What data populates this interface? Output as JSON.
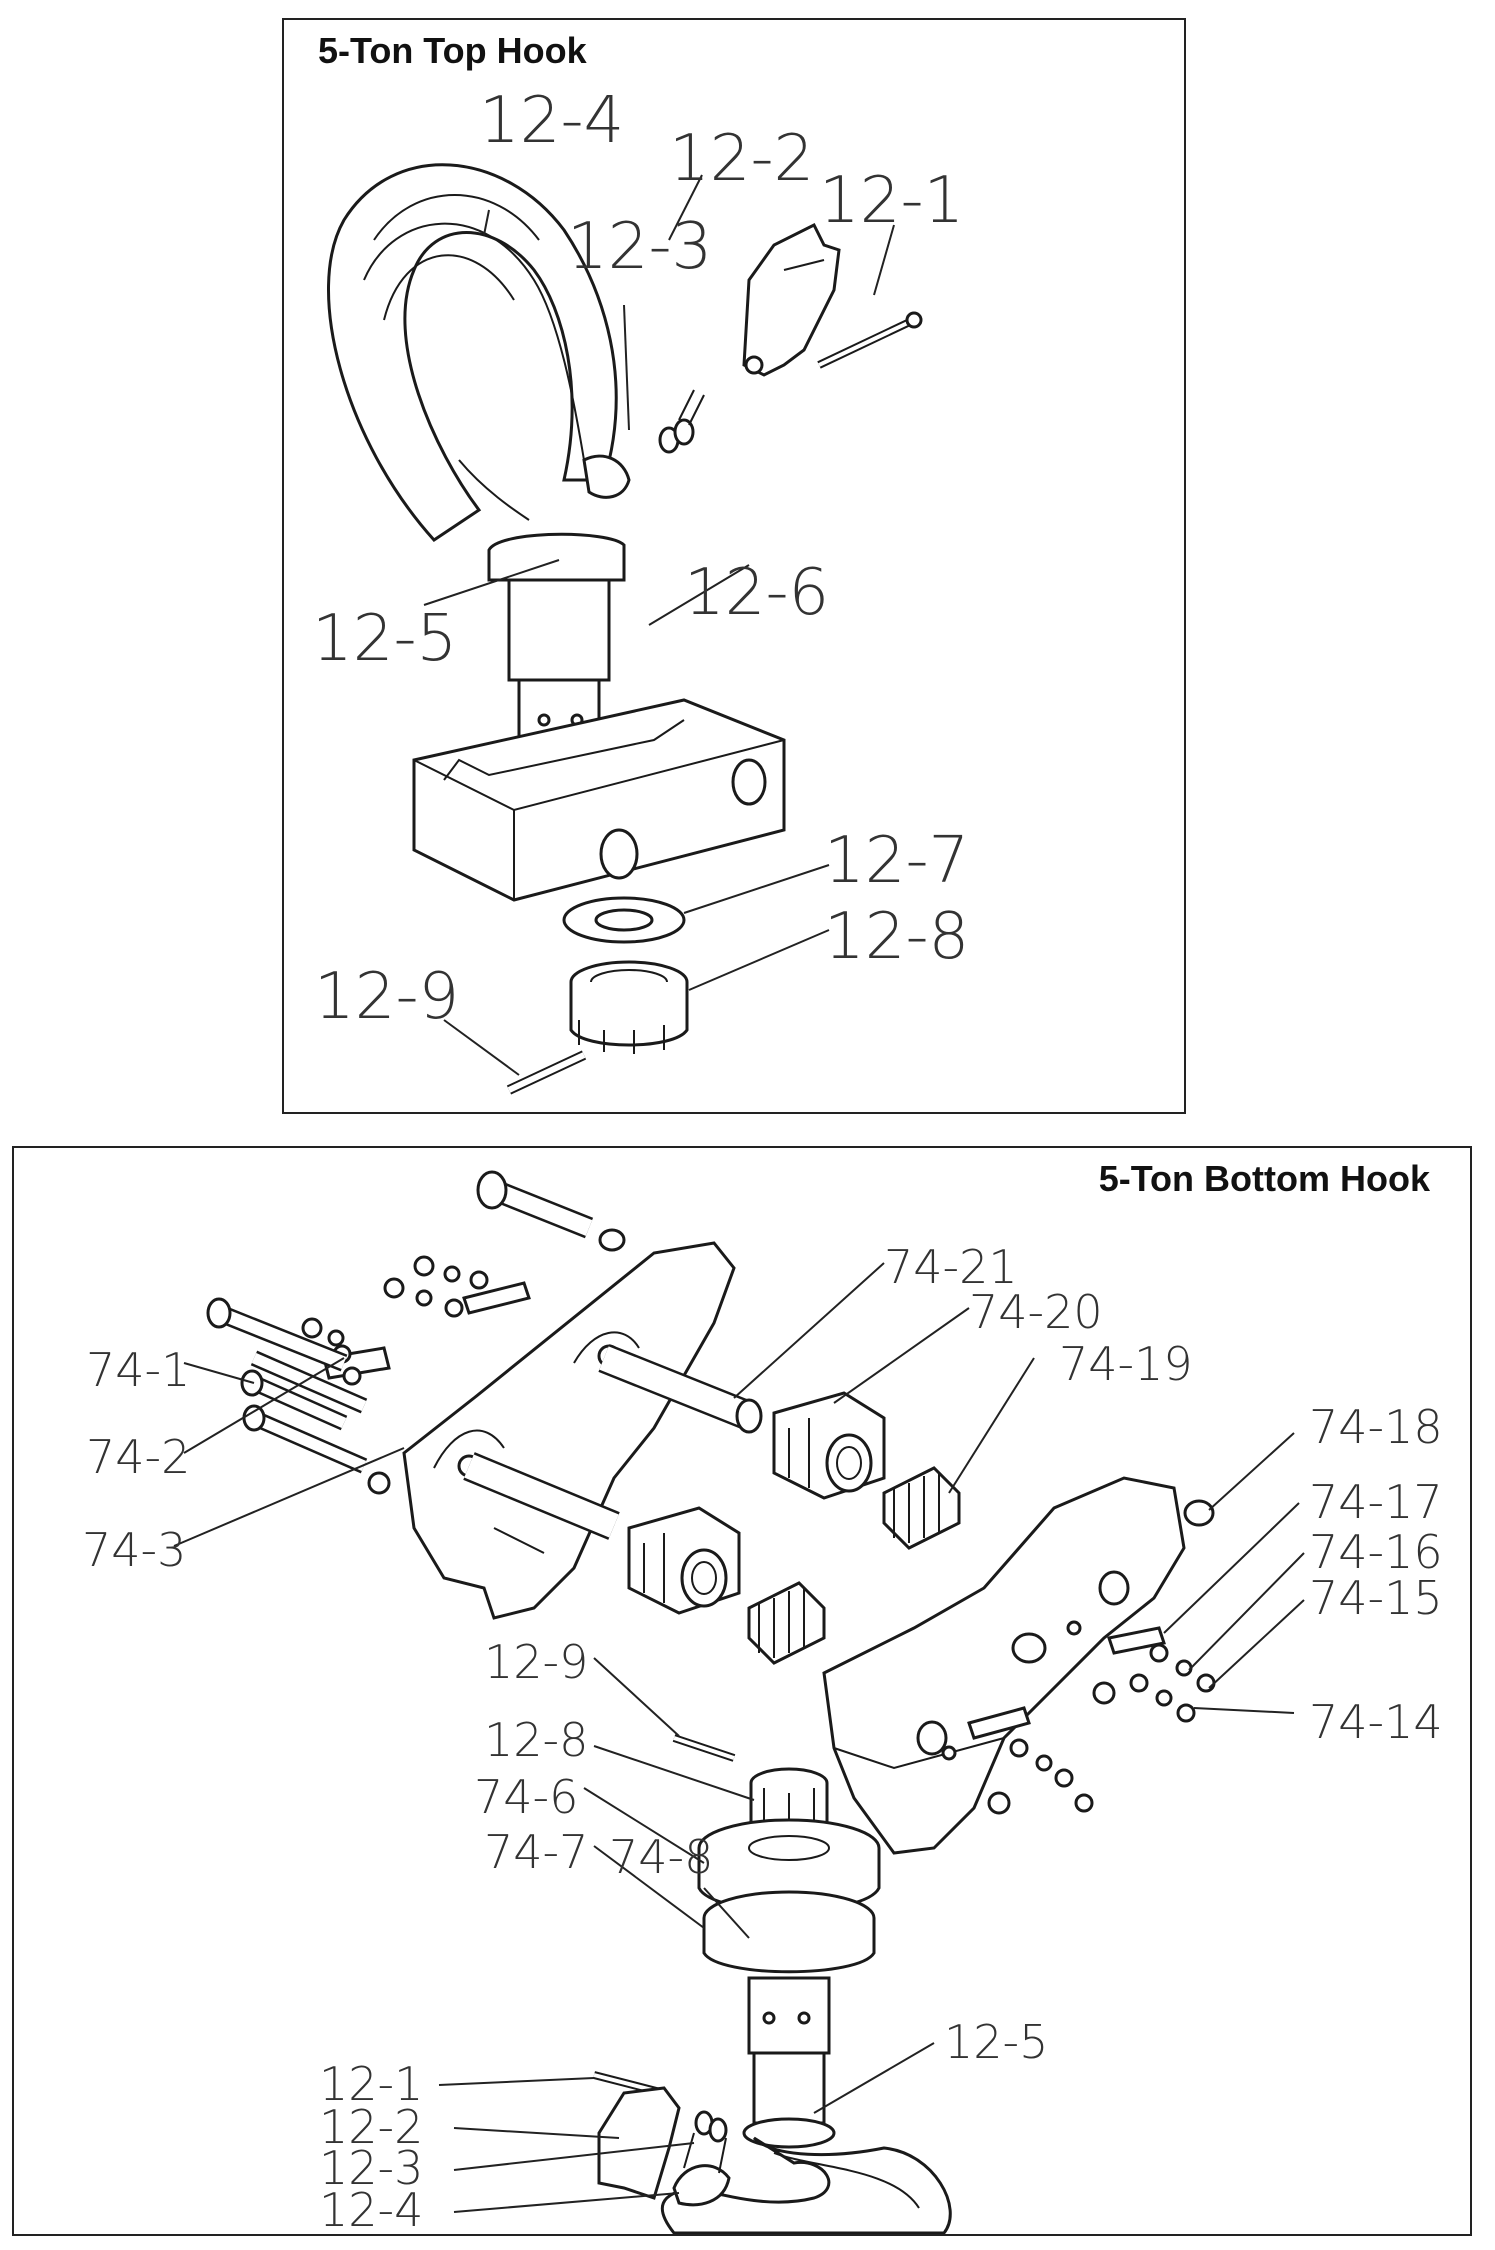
{
  "top_panel": {
    "title": "5-Ton Top Hook",
    "labels": {
      "p12_1": "12-1",
      "p12_2": "12-2",
      "p12_3": "12-3",
      "p12_4": "12-4",
      "p12_5": "12-5",
      "p12_6": "12-6",
      "p12_7": "12-7",
      "p12_8": "12-8",
      "p12_9": "12-9"
    }
  },
  "bottom_panel": {
    "title": "5-Ton Bottom Hook",
    "labels": {
      "p74_1": "74-1",
      "p74_2": "74-2",
      "p74_3": "74-3",
      "p74_6": "74-6",
      "p74_7": "74-7",
      "p74_8": "74-8",
      "p74_14": "74-14",
      "p74_15": "74-15",
      "p74_16": "74-16",
      "p74_17": "74-17",
      "p74_18": "74-18",
      "p74_19": "74-19",
      "p74_20": "74-20",
      "p74_21": "74-21",
      "p12_1": "12-1",
      "p12_2": "12-2",
      "p12_3": "12-3",
      "p12_4": "12-4",
      "p12_5": "12-5",
      "p12_8": "12-8",
      "p12_9": "12-9"
    }
  }
}
